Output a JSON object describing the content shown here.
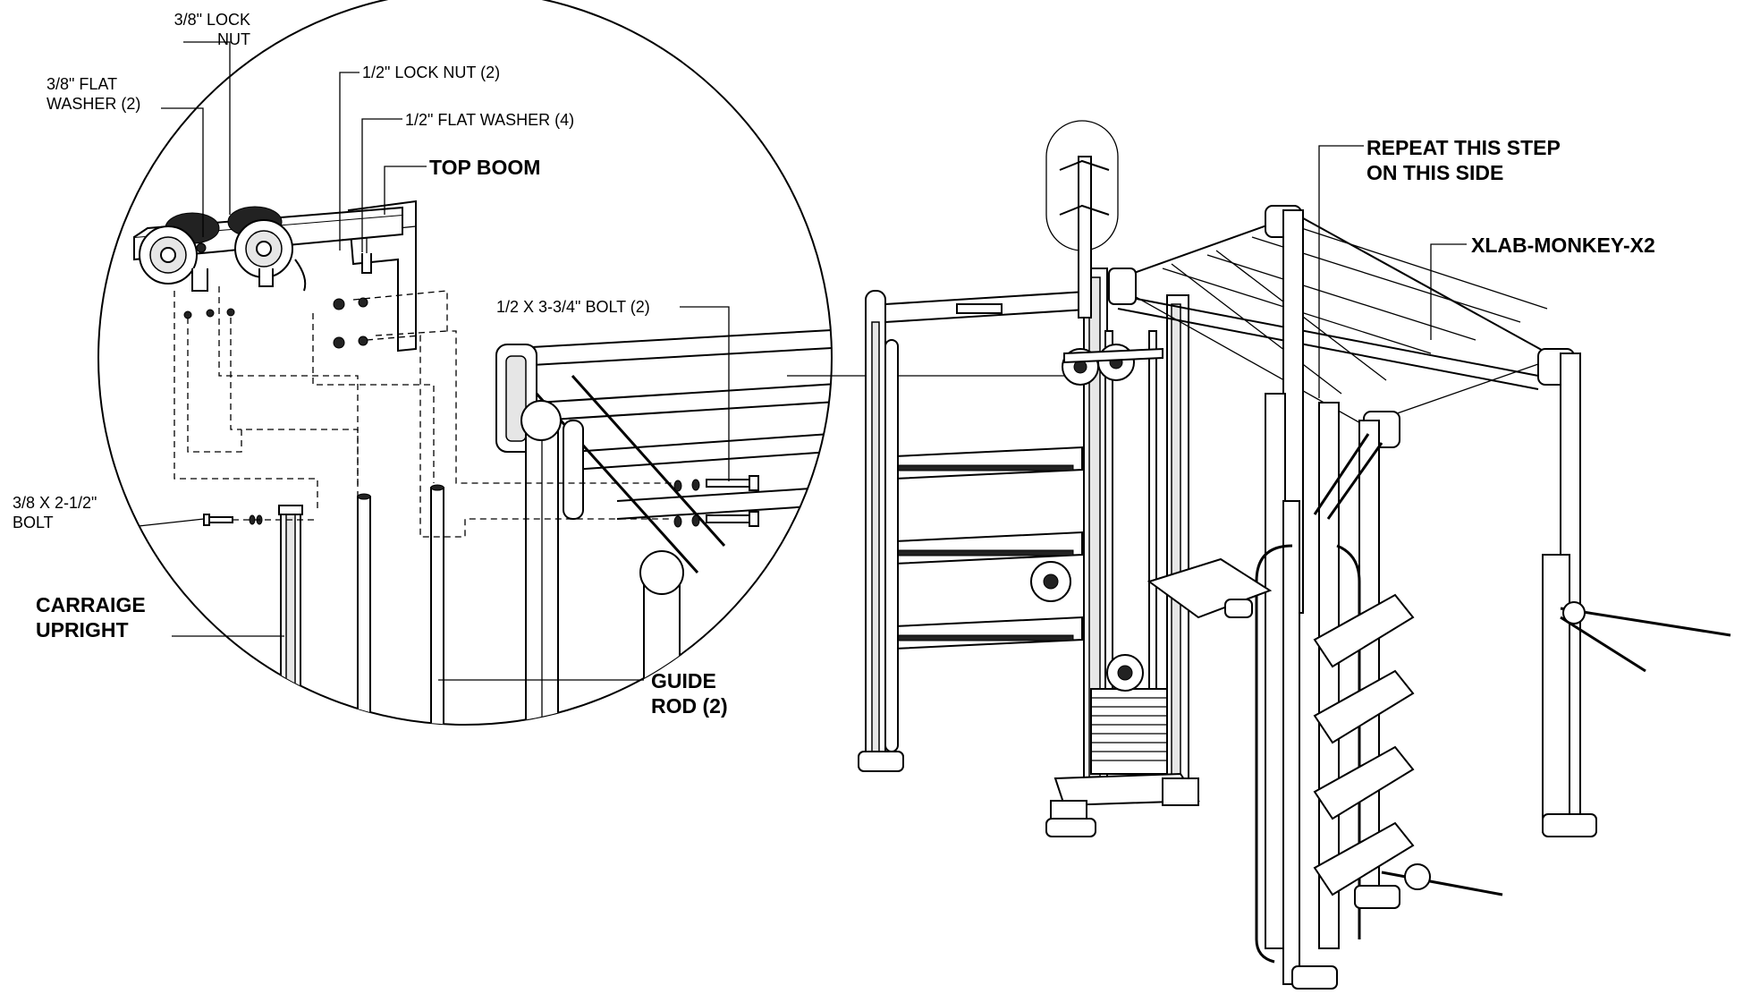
{
  "labels": {
    "lock_nut_38": "3/8\" LOCK NUT",
    "flat_washer_38": "3/8\" FLAT WASHER (2)",
    "lock_nut_12": "1/2\" LOCK NUT (2)",
    "flat_washer_12": "1/2\" FLAT WASHER (4)",
    "top_boom": "TOP BOOM",
    "bolt_12": "1/2 X 3-3/4\" BOLT (2)",
    "bolt_38": "3/8 X 2-1/2\" BOLT",
    "carriage_upright": "CARRAIGE UPRIGHT",
    "guide_rod": "GUIDE ROD (2)",
    "repeat_step": "REPEAT THIS STEP ON THIS SIDE",
    "model": "XLAB-MONKEY-X2"
  },
  "colors": {
    "line": "#000000",
    "background": "#ffffff",
    "shade": "#e6e6e6"
  }
}
